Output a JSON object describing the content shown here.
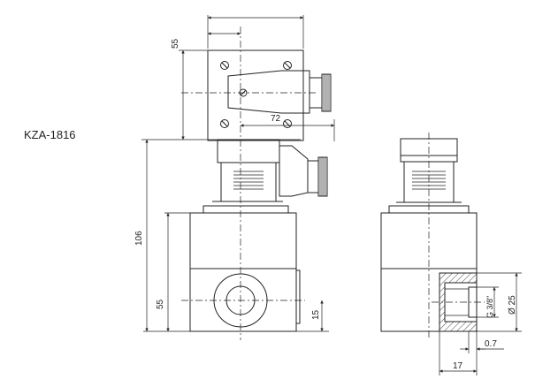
{
  "model": "KZA-1816",
  "dimensions": {
    "connector_height": "55",
    "connector_offset": "72",
    "total_height": "106",
    "body_height": "55",
    "port_offset": "15",
    "port_diameter": "Ø 25",
    "thread": "G 3/8\"",
    "thread_depth": "17",
    "gap": "0.7"
  },
  "colors": {
    "line": "#222222",
    "hatch": "#444444"
  }
}
